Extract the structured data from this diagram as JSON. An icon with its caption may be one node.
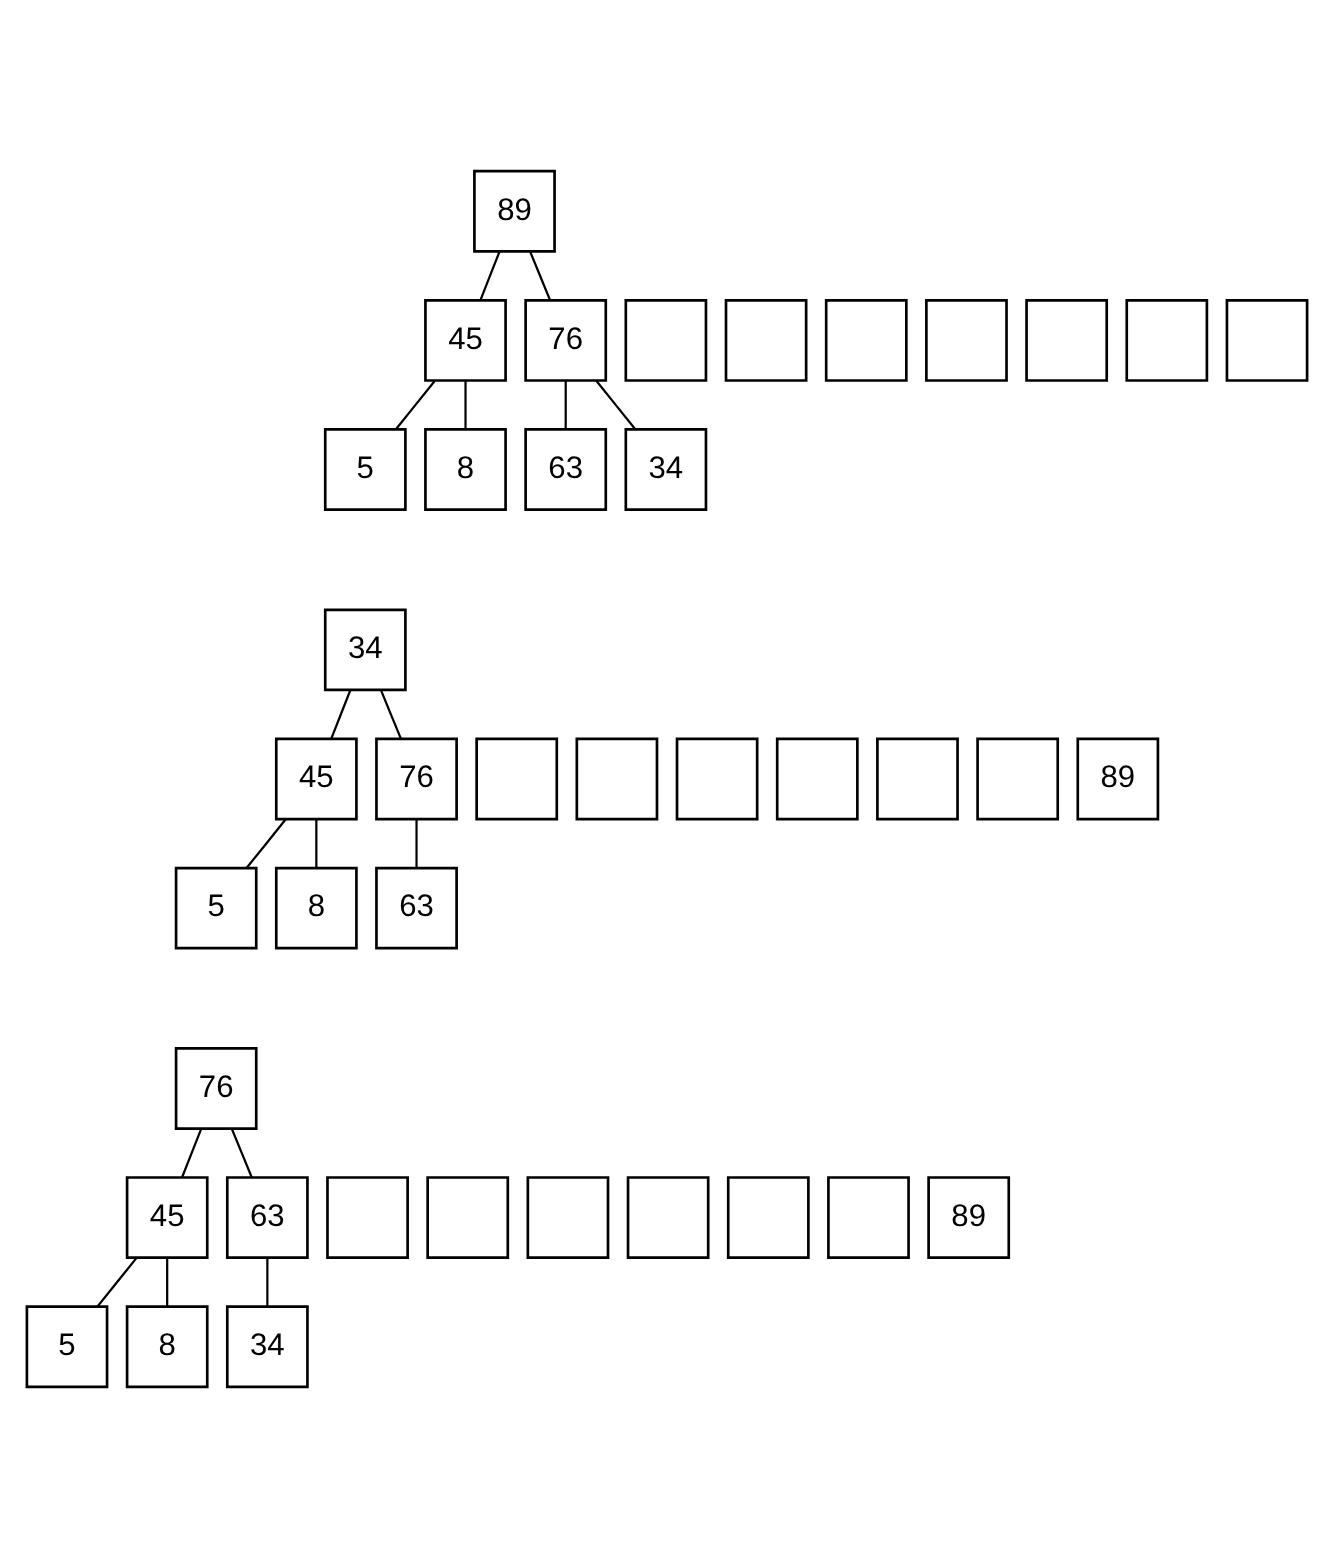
{
  "diagram": {
    "nodes": [
      {
        "text": [
          "89"
        ]
      },
      {
        "text": [
          "45"
        ]
      },
      {
        "text": [
          "76"
        ]
      },
      {
        "text": [
          "5"
        ]
      },
      {
        "text": [
          "8"
        ]
      },
      {
        "text": [
          "63"
        ]
      },
      {
        "text": [
          "34"
        ]
      },
      {
        "text": [],
        "shape": "box"
      },
      {
        "text": [],
        "shape": "box"
      },
      {
        "text": [],
        "shape": "box"
      },
      {
        "text": [],
        "shape": "box"
      },
      {
        "text": [],
        "shape": "box"
      },
      {
        "text": [],
        "shape": "box"
      },
      {
        "text": [],
        "shape": "box"
      },
      {
        "text": [
          "34"
        ]
      },
      {
        "text": [
          "45"
        ]
      },
      {
        "text": [
          "76"
        ]
      },
      {
        "text": [
          "5"
        ]
      },
      {
        "text": [
          "8"
        ]
      },
      {
        "text": [
          "63"
        ]
      },
      {
        "text": [],
        "shape": "box"
      },
      {
        "text": [],
        "shape": "box"
      },
      {
        "text": [],
        "shape": "box"
      },
      {
        "text": [],
        "shape": "box"
      },
      {
        "text": [],
        "shape": "box"
      },
      {
        "text": [],
        "shape": "box"
      },
      {
        "text": [
          "89"
        ]
      },
      {
        "text": [
          "76"
        ]
      },
      {
        "text": [
          "45"
        ]
      },
      {
        "text": [
          "63"
        ]
      },
      {
        "text": [
          "5"
        ]
      },
      {
        "text": [
          "8"
        ]
      },
      {
        "text": [
          "34"
        ]
      },
      {
        "text": [],
        "shape": "box"
      },
      {
        "text": [],
        "shape": "box"
      },
      {
        "text": [],
        "shape": "box"
      },
      {
        "text": [],
        "shape": "box"
      },
      {
        "text": [],
        "shape": "box"
      },
      {
        "text": [],
        "shape": "box"
      },
      {
        "text": [
          "89"
        ]
      }
    ],
    "edges": [
      {
        "from": 0,
        "to": 1,
        "arrow": "none"
      },
      {
        "from": 0,
        "to": 2,
        "arrow": "none"
      },
      {
        "from": 1,
        "to": 3,
        "arrow": "none"
      },
      {
        "from": 1,
        "to": 4,
        "arrow": "none"
      },
      {
        "from": 2,
        "to": 5,
        "arrow": "none"
      },
      {
        "from": 2,
        "to": 6,
        "arrow": "none"
      },
      {
        "from": 14,
        "to": 15,
        "arrow": "none"
      },
      {
        "from": 14,
        "to": 16,
        "arrow": "none"
      },
      {
        "from": 15,
        "to": 17,
        "arrow": "none"
      },
      {
        "from": 15,
        "to": 18,
        "arrow": "none"
      },
      {
        "from": 16,
        "to": 19,
        "arrow": "none"
      },
      {
        "from": 27,
        "to": 28,
        "arrow": "none"
      },
      {
        "from": 27,
        "to": 29,
        "arrow": "none"
      },
      {
        "from": 28,
        "to": 30,
        "arrow": "none"
      },
      {
        "from": 28,
        "to": 31,
        "arrow": "none"
      },
      {
        "from": 29,
        "to": 32,
        "arrow": "none"
      }
    ]
  }
}
